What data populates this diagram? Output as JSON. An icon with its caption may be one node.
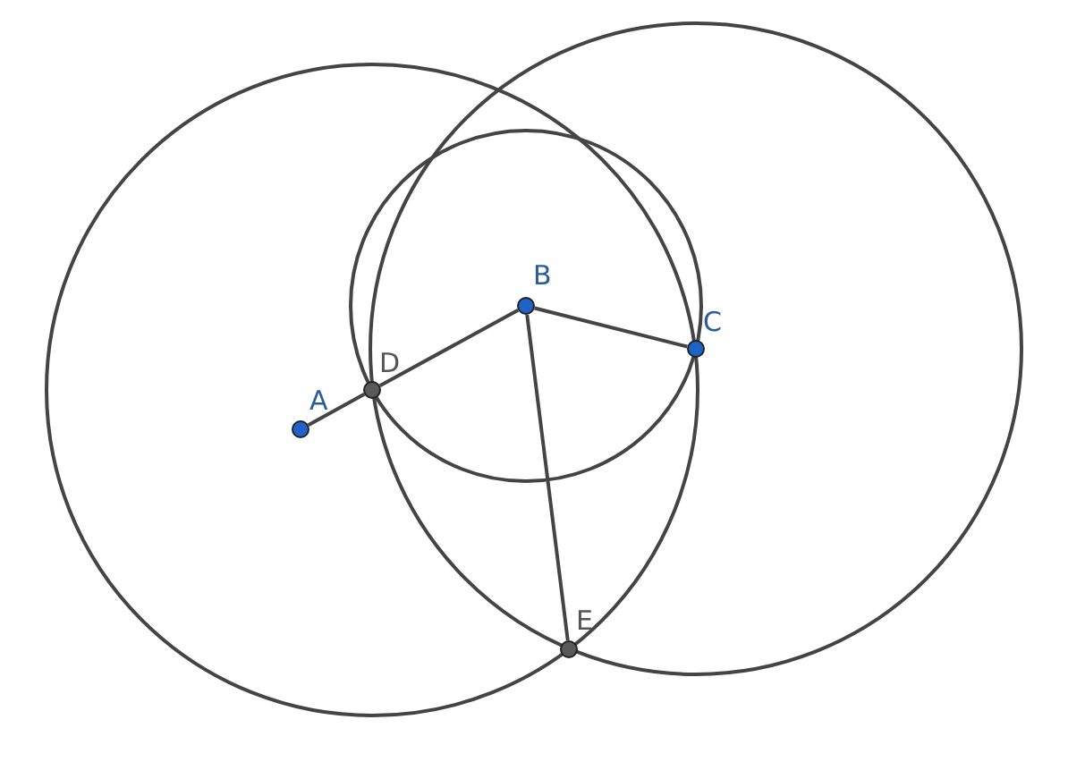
{
  "diagram": {
    "nodes": [
      {
        "text": [
          "A"
        ]
      },
      {
        "text": [
          "B"
        ]
      },
      {
        "text": [
          "C"
        ]
      },
      {
        "text": [
          "D"
        ]
      },
      {
        "text": [
          "E"
        ]
      }
    ],
    "edges": [
      {
        "from": 0,
        "to": 3,
        "arrow": "none"
      },
      {
        "from": 3,
        "to": 1,
        "arrow": "none"
      },
      {
        "from": 1,
        "to": 2,
        "arrow": "none"
      },
      {
        "from": 1,
        "to": 4,
        "arrow": "none"
      }
    ]
  }
}
